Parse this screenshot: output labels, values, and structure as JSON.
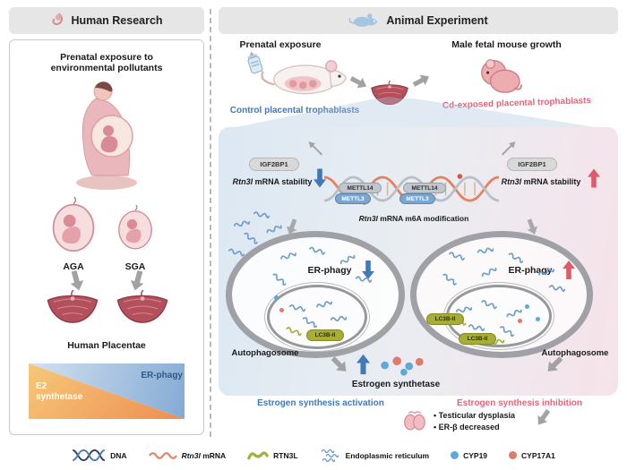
{
  "left": {
    "title": "Human Research",
    "exposure_line1": "Prenatal exposure to",
    "exposure_line2": "environmental pollutants",
    "aga": "AGA",
    "sga": "SGA",
    "placentae": "Human Placentae",
    "e2_line1": "E2",
    "e2_line2": "synthetase",
    "erphagy": "ER-phagy"
  },
  "right": {
    "title": "Animal Experiment",
    "prenatal": "Prenatal exposure",
    "male_growth": "Male fetal mouse growth",
    "control": "Control placental trophablasts",
    "cd_exposed": "Cd-exposed placental trophablasts",
    "igf2bp1": "IGF2BP1",
    "rtn3l": "Rtn3l",
    "stability_rest": " mRNA stability",
    "mettl14": "METTL14",
    "mettl3": "METTL3",
    "m6a_rest": " mRNA m6A modification",
    "erphagy": "ER-phagy",
    "lc3b": "LC3B-II",
    "autophagosome": "Autophagosome",
    "estrogen_synthetase": "Estrogen synthetase",
    "activation": "Estrogen synthesis activation",
    "inhibition": "Estrogen synthesis inhibition",
    "bullet1": "Testicular dysplasia",
    "bullet2": "ER-β decreased"
  },
  "legend": {
    "dna": "DNA",
    "rtn3l": "Rtn3l",
    "mrna_rest": " mRNA",
    "rtn3l_protein": "RTN3L",
    "er": "Endoplasmic reticulum",
    "cyp19": "CYP19",
    "cyp17a1": "CYP17A1"
  },
  "colors": {
    "blue_accent": "#4179b8",
    "pink_accent": "#e0687c",
    "gray_arrow": "#a2a2a2",
    "cyp19_dot": "#5fa8d8",
    "cyp17a1_dot": "#e0796e"
  }
}
